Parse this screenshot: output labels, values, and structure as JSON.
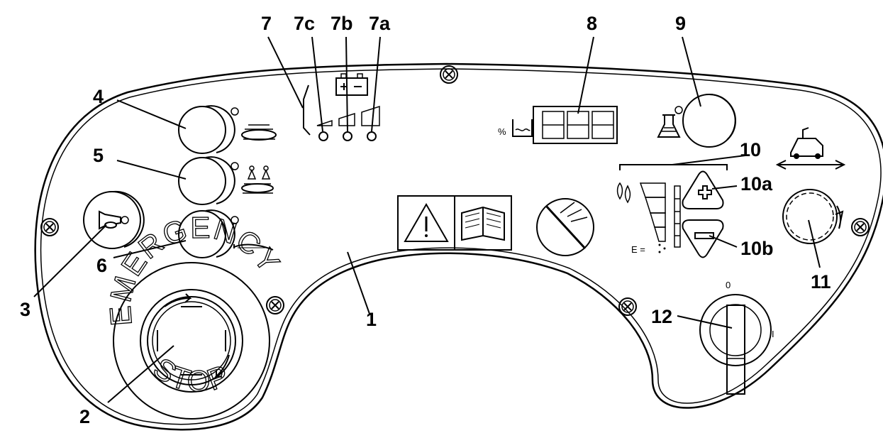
{
  "callouts": {
    "c1": "1",
    "c2": "2",
    "c3": "3",
    "c4": "4",
    "c5": "5",
    "c6": "6",
    "c7": "7",
    "c7c": "7c",
    "c7b": "7b",
    "c7a": "7a",
    "c8": "8",
    "c9": "9",
    "c10": "10",
    "c10a": "10a",
    "c10b": "10b",
    "c11": "11",
    "c12": "12"
  },
  "emergency_stop": {
    "top_text": "EMERGENCY",
    "bottom_text": "STOP"
  },
  "water_level": {
    "percent_symbol": "%"
  },
  "solution_flow": {
    "empty_label": "E ="
  },
  "key_switch": {
    "off_label": "0",
    "on_label": "I"
  }
}
